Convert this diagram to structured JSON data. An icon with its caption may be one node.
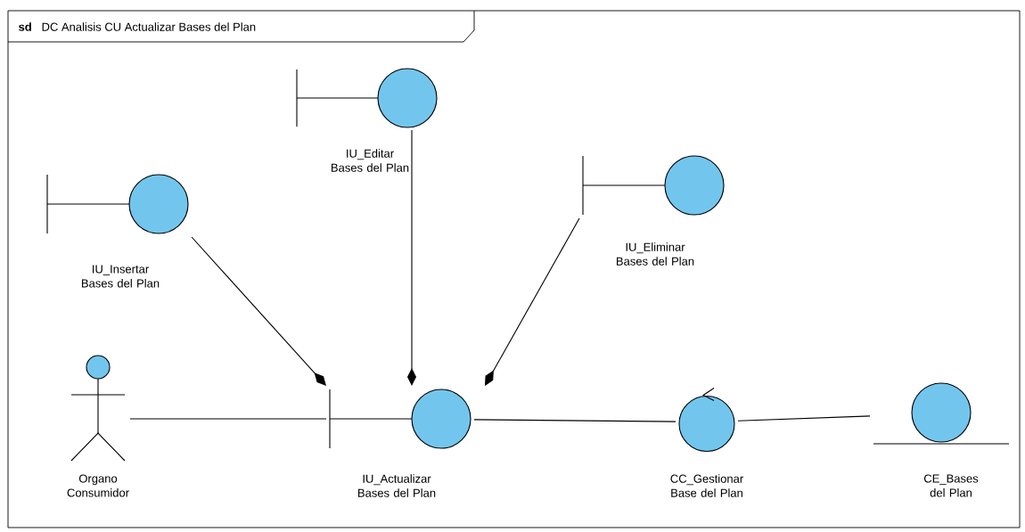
{
  "diagram": {
    "title": "DC Analisis CU Actualizar Bases del Plan",
    "nodes": [
      {
        "text": [
          "IU_Editar Bases del Plan"
        ]
      },
      {
        "text": [
          "IU_Insertar Bases del Plan"
        ]
      },
      {
        "text": [
          "IU_Eliminar Bases del Plan"
        ]
      },
      {
        "text": [
          "Organo Consumidor"
        ]
      },
      {
        "text": [
          "IU_Actualizar Bases del Plan"
        ]
      },
      {
        "text": [
          "CC_Gestionar Base del Plan"
        ]
      },
      {
        "text": [
          "CE_Bases del Plan"
        ]
      }
    ],
    "edges": [
      {
        "from": 1,
        "to": 4,
        "arrow": "other"
      },
      {
        "from": 0,
        "to": 4,
        "arrow": "other"
      },
      {
        "from": 2,
        "to": 4,
        "arrow": "other"
      },
      {
        "from": 3,
        "to": 4,
        "arrow": "none"
      },
      {
        "from": 4,
        "to": 5,
        "arrow": "none"
      },
      {
        "from": 5,
        "to": 6,
        "arrow": "none"
      }
    ],
    "labels": [
      "sd"
    ]
  }
}
